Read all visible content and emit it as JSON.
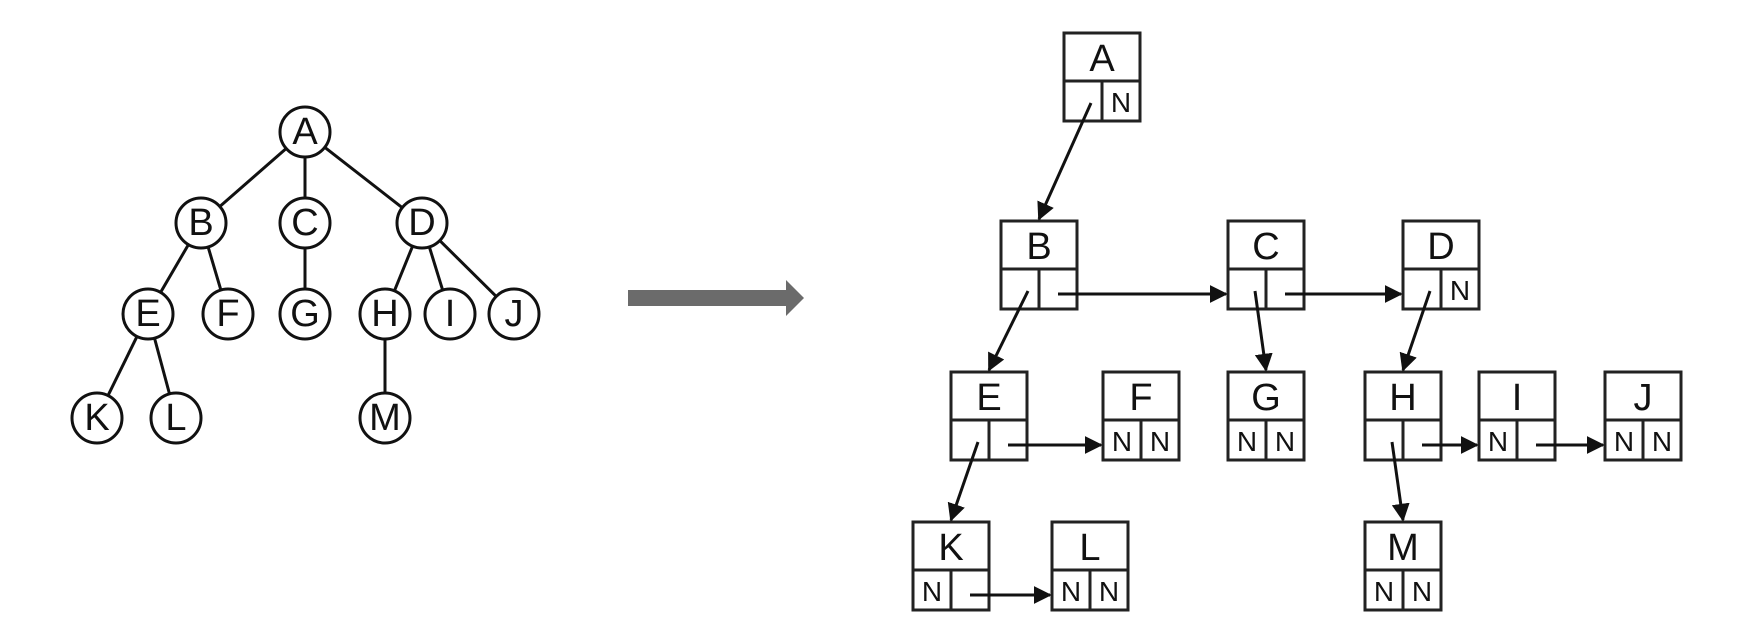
{
  "colors": {
    "ink": "#111111",
    "arrow": "#6b6b6b",
    "background": "#ffffff"
  },
  "tree": {
    "nodes": [
      {
        "id": "A",
        "label": "A"
      },
      {
        "id": "B",
        "label": "B"
      },
      {
        "id": "C",
        "label": "C"
      },
      {
        "id": "D",
        "label": "D"
      },
      {
        "id": "E",
        "label": "E"
      },
      {
        "id": "F",
        "label": "F"
      },
      {
        "id": "G",
        "label": "G"
      },
      {
        "id": "H",
        "label": "H"
      },
      {
        "id": "I",
        "label": "I"
      },
      {
        "id": "J",
        "label": "J"
      },
      {
        "id": "K",
        "label": "K"
      },
      {
        "id": "L",
        "label": "L"
      },
      {
        "id": "M",
        "label": "M"
      }
    ],
    "edges": [
      [
        "A",
        "B"
      ],
      [
        "A",
        "C"
      ],
      [
        "A",
        "D"
      ],
      [
        "B",
        "E"
      ],
      [
        "B",
        "F"
      ],
      [
        "C",
        "G"
      ],
      [
        "D",
        "H"
      ],
      [
        "D",
        "I"
      ],
      [
        "D",
        "J"
      ],
      [
        "E",
        "K"
      ],
      [
        "E",
        "L"
      ],
      [
        "H",
        "M"
      ]
    ]
  },
  "binary": {
    "null_marker": "N",
    "nodes": [
      {
        "id": "A",
        "label": "A",
        "left": "",
        "right": "N"
      },
      {
        "id": "B",
        "label": "B",
        "left": "",
        "right": ""
      },
      {
        "id": "C",
        "label": "C",
        "left": "",
        "right": ""
      },
      {
        "id": "D",
        "label": "D",
        "left": "",
        "right": "N"
      },
      {
        "id": "E",
        "label": "E",
        "left": "",
        "right": ""
      },
      {
        "id": "F",
        "label": "F",
        "left": "N",
        "right": "N"
      },
      {
        "id": "G",
        "label": "G",
        "left": "N",
        "right": "N"
      },
      {
        "id": "H",
        "label": "H",
        "left": "",
        "right": ""
      },
      {
        "id": "I",
        "label": "I",
        "left": "N",
        "right": ""
      },
      {
        "id": "J",
        "label": "J",
        "left": "N",
        "right": "N"
      },
      {
        "id": "K",
        "label": "K",
        "left": "N",
        "right": ""
      },
      {
        "id": "L",
        "label": "L",
        "left": "N",
        "right": "N"
      },
      {
        "id": "M",
        "label": "M",
        "left": "N",
        "right": "N"
      }
    ],
    "child_links": [
      [
        "A",
        "B"
      ],
      [
        "B",
        "E"
      ],
      [
        "C",
        "G"
      ],
      [
        "D",
        "H"
      ],
      [
        "E",
        "K"
      ],
      [
        "H",
        "M"
      ]
    ],
    "sibling_links": [
      [
        "B",
        "C"
      ],
      [
        "C",
        "D"
      ],
      [
        "E",
        "F"
      ],
      [
        "H",
        "I"
      ],
      [
        "I",
        "J"
      ],
      [
        "K",
        "L"
      ]
    ]
  }
}
